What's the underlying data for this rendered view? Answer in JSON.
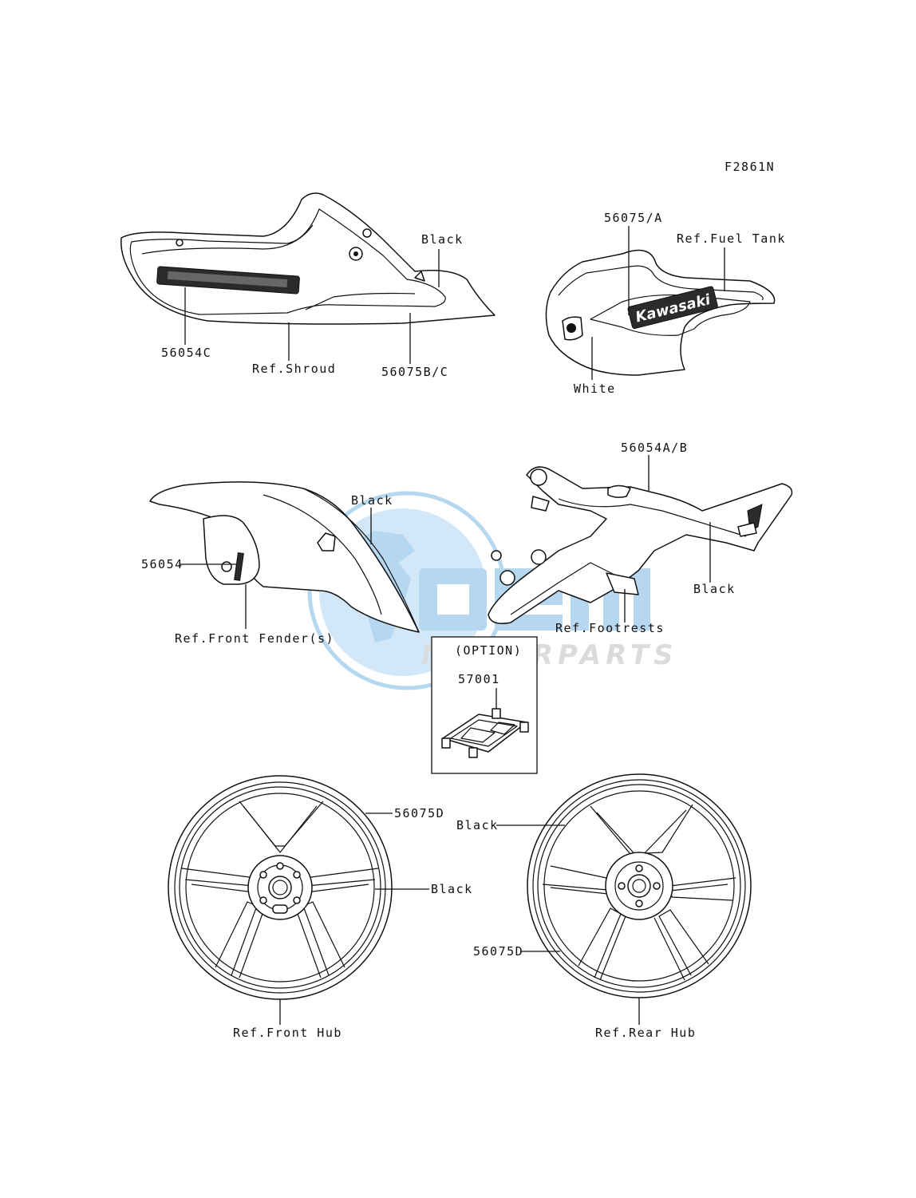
{
  "figure_code": "F2861N",
  "labels": {
    "black_shroud": "Black",
    "part_56054C": "56054C",
    "ref_shroud": "Ref.Shroud",
    "part_56075BC": "56075B/C",
    "part_56075A": "56075/A",
    "ref_fuel_tank": "Ref.Fuel Tank",
    "white": "White",
    "tank_logo": "Kawasaki",
    "part_56054AB": "56054A/B",
    "black_fender": "Black",
    "part_56054": "56054",
    "ref_front_fender": "Ref.Front Fender(s)",
    "black_guard": "Black",
    "ref_footrests": "Ref.Footrests",
    "option": "(OPTION)",
    "part_57001": "57001",
    "part_56075D_front": "56075D",
    "black_front_wheel": "Black",
    "ref_front_hub": "Ref.Front Hub",
    "black_rear_wheel": "Black",
    "part_56075D_rear": "56075D",
    "ref_rear_hub": "Ref.Rear Hub"
  },
  "watermark": {
    "logo_text": "OEM",
    "sub_text": "MOTORPARTS",
    "color_primary": "#2f8fd6",
    "color_secondary": "#9a9a9a"
  }
}
